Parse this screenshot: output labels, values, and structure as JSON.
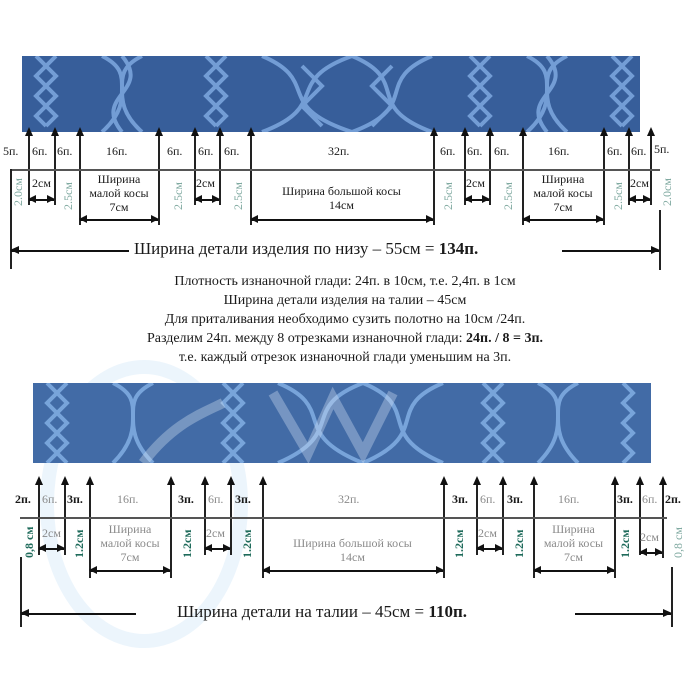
{
  "colors": {
    "knit_base": "#3d64a0",
    "knit_dark": "#2b4c82",
    "knit_light": "#6f9bd3",
    "teal_light": "#7fa9a0",
    "teal_dark": "#1f6b5b",
    "gray_text": "#8a8a8a"
  },
  "top": {
    "photo_alt": "knitted-cable-panel-photo",
    "stitch_labels": [
      "5п.",
      "6п.",
      "6п.",
      "16п.",
      "6п.",
      "6п.",
      "6п.",
      "32п.",
      "6п.",
      "6п.",
      "6п.",
      "16п.",
      "6п.",
      "6п.",
      "5п."
    ],
    "edge_cm": "2.0см",
    "purl_cm": "2.5см",
    "small_cable_cm": "2см",
    "small_braid": {
      "title_line1": "Ширина",
      "title_line2": "малой косы",
      "width": "7см"
    },
    "large_braid": {
      "title": "Ширина большой косы",
      "width": "14см"
    },
    "total": {
      "text": "Ширина детали изделия по низу – 55см = ",
      "bold": "134п."
    }
  },
  "notes": {
    "line1": "Плотность изнаночной глади: 24п. в 10см, т.е. 2,4п. в 1см",
    "line2": "Ширина детали изделия на талии – 45см",
    "line3": "Для приталивания необходимо сузить полотно на 10см /24п.",
    "line4_text": "Разделим 24п. между 8 отрезками изнаночной глади: ",
    "line4_bold": "24п. / 8 = 3п.",
    "line5": "т.е. каждый отрезок изнаночной глади уменьшим на 3п."
  },
  "bottom": {
    "photo_alt": "knitted-cable-panel-photo-waist",
    "stitch_labels": [
      "2п.",
      "6п.",
      "3п.",
      "16п.",
      "3п.",
      "6п.",
      "3п.",
      "32п.",
      "3п.",
      "6п.",
      "3п.",
      "16п.",
      "3п.",
      "6п.",
      "2п."
    ],
    "edge_cm": "0,8 см",
    "purl_cm": "1.2см",
    "small_cable_cm": "2см",
    "small_braid": {
      "title_line1": "Ширина",
      "title_line2": "малой косы",
      "width": "7см"
    },
    "large_braid": {
      "title": "Ширина большой косы",
      "width": "14см"
    },
    "total": {
      "text": "Ширина детали на талии – 45см = ",
      "bold": "110п."
    }
  }
}
